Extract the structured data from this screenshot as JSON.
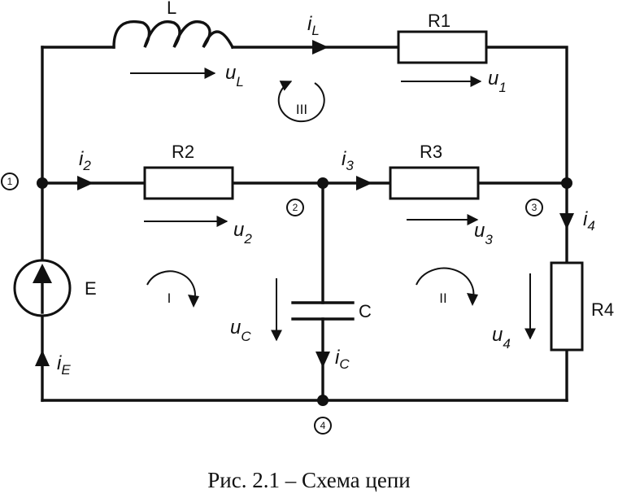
{
  "components": {
    "L": "L",
    "R1": "R1",
    "R2": "R2",
    "R3": "R3",
    "R4": "R4",
    "C": "C",
    "E": "E"
  },
  "currents": {
    "iL": {
      "base": "i",
      "sub": "L"
    },
    "i2": {
      "base": "i",
      "sub": "2"
    },
    "i3": {
      "base": "i",
      "sub": "3"
    },
    "i4": {
      "base": "i",
      "sub": "4"
    },
    "iC": {
      "base": "i",
      "sub": "C"
    },
    "iE": {
      "base": "i",
      "sub": "E"
    }
  },
  "voltages": {
    "uL": {
      "base": "u",
      "sub": "L"
    },
    "u1": {
      "base": "u",
      "sub": "1"
    },
    "u2": {
      "base": "u",
      "sub": "2"
    },
    "u3": {
      "base": "u",
      "sub": "3"
    },
    "u4": {
      "base": "u",
      "sub": "4"
    },
    "uC": {
      "base": "u",
      "sub": "C"
    }
  },
  "nodes": [
    "1",
    "2",
    "3",
    "4"
  ],
  "loops": [
    "I",
    "II",
    "III"
  ],
  "caption": "Рис. 2.1 – Схема цепи"
}
